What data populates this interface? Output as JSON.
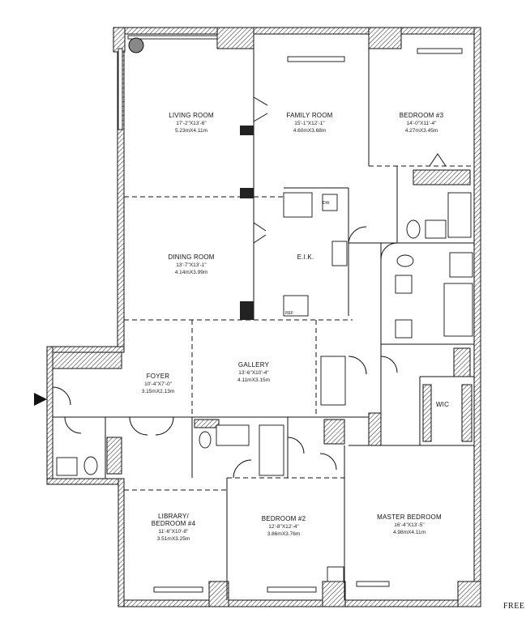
{
  "rooms": {
    "living": {
      "name": "LIVING ROOM",
      "dim1": "17'-2\"X13'-6\"",
      "dim2": "5.23mX4.11m"
    },
    "family": {
      "name": "FAMILY ROOM",
      "dim1": "15'-1\"X12'-1\"",
      "dim2": "4.60mX3.68m"
    },
    "bedroom3": {
      "name": "BEDROOM #3",
      "dim1": "14'-0\"X11'-4\"",
      "dim2": "4.27mX3.45m"
    },
    "dining": {
      "name": "DINING ROOM",
      "dim1": "13'-7\"X13'-1\"",
      "dim2": "4.14mX3.99m"
    },
    "eik": {
      "name": "E.I.K."
    },
    "foyer": {
      "name": "FOYER",
      "dim1": "10'-4\"X7'-0\"",
      "dim2": "3.15mX2.13m"
    },
    "gallery": {
      "name": "GALLERY",
      "dim1": "13'-6\"X10'-4\"",
      "dim2": "4.11mX3.15m"
    },
    "wic": {
      "name": "WIC"
    },
    "library": {
      "name1": "LIBRARY/",
      "name2": "BEDROOM #4",
      "dim1": "11'-6\"X10'-8\"",
      "dim2": "3.51mX3.25m"
    },
    "bedroom2": {
      "name": "BEDROOM #2",
      "dim1": "12'-8\"X12'-4\"",
      "dim2": "3.86mX3.76m"
    },
    "master": {
      "name": "MASTER BEDROOM",
      "dim1": "16'-4\"X13'-5\"",
      "dim2": "4.98mX4.11m"
    }
  },
  "labels": {
    "ref": "REF",
    "dw": "DW"
  },
  "footer": {
    "text": "FREE"
  }
}
